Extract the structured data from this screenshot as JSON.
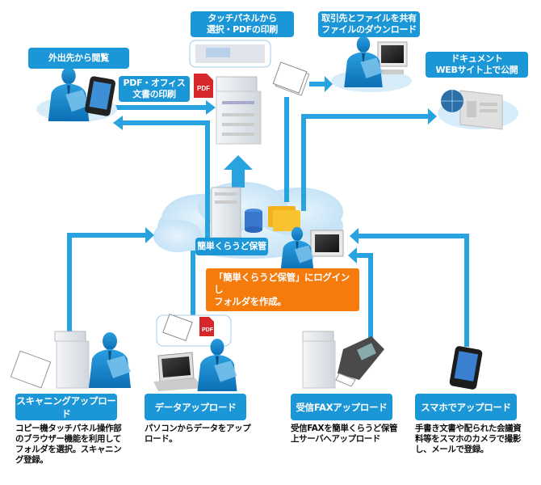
{
  "top_labels": {
    "print_from_touch": "タッチパネルから\n選択・PDFの印刷",
    "share_download": "取引先とファイルを共有\nファイルのダウンロード",
    "view_remote": "外出先から閲覧",
    "pdf_office_print": "PDF・オフィス\n文書の印刷",
    "web_publish": "ドキュメント\nWEBサイト上で公開"
  },
  "center": {
    "storage_label": "簡単くらうど保管",
    "login_note": "「簡単くらうど保管」にログインし\nフォルダを作成。"
  },
  "pdf_icon_text": "PDF",
  "cards": [
    {
      "title": "スキャニングアップロード",
      "desc": "コピー機タッチパネル操作部のブラウザー機能を利用してフォルダを選択。スキャニング登録。"
    },
    {
      "title": "データアップロード",
      "desc": "パソコンからデータをアップロード。"
    },
    {
      "title": "受信FAXアップロード",
      "desc": "受信FAXを簡単くらうど保管上サーバへアップロード"
    },
    {
      "title": "スマホでアップロード",
      "desc": "手書き文書や配られた会議資料等をスマホのカメラで撮影し、メールで登録。"
    }
  ],
  "colors": {
    "accent_blue": "#1b96d6",
    "arrow_blue": "#29a3df",
    "orange": "#f47b0c",
    "cloud": "#cfe8f8"
  }
}
